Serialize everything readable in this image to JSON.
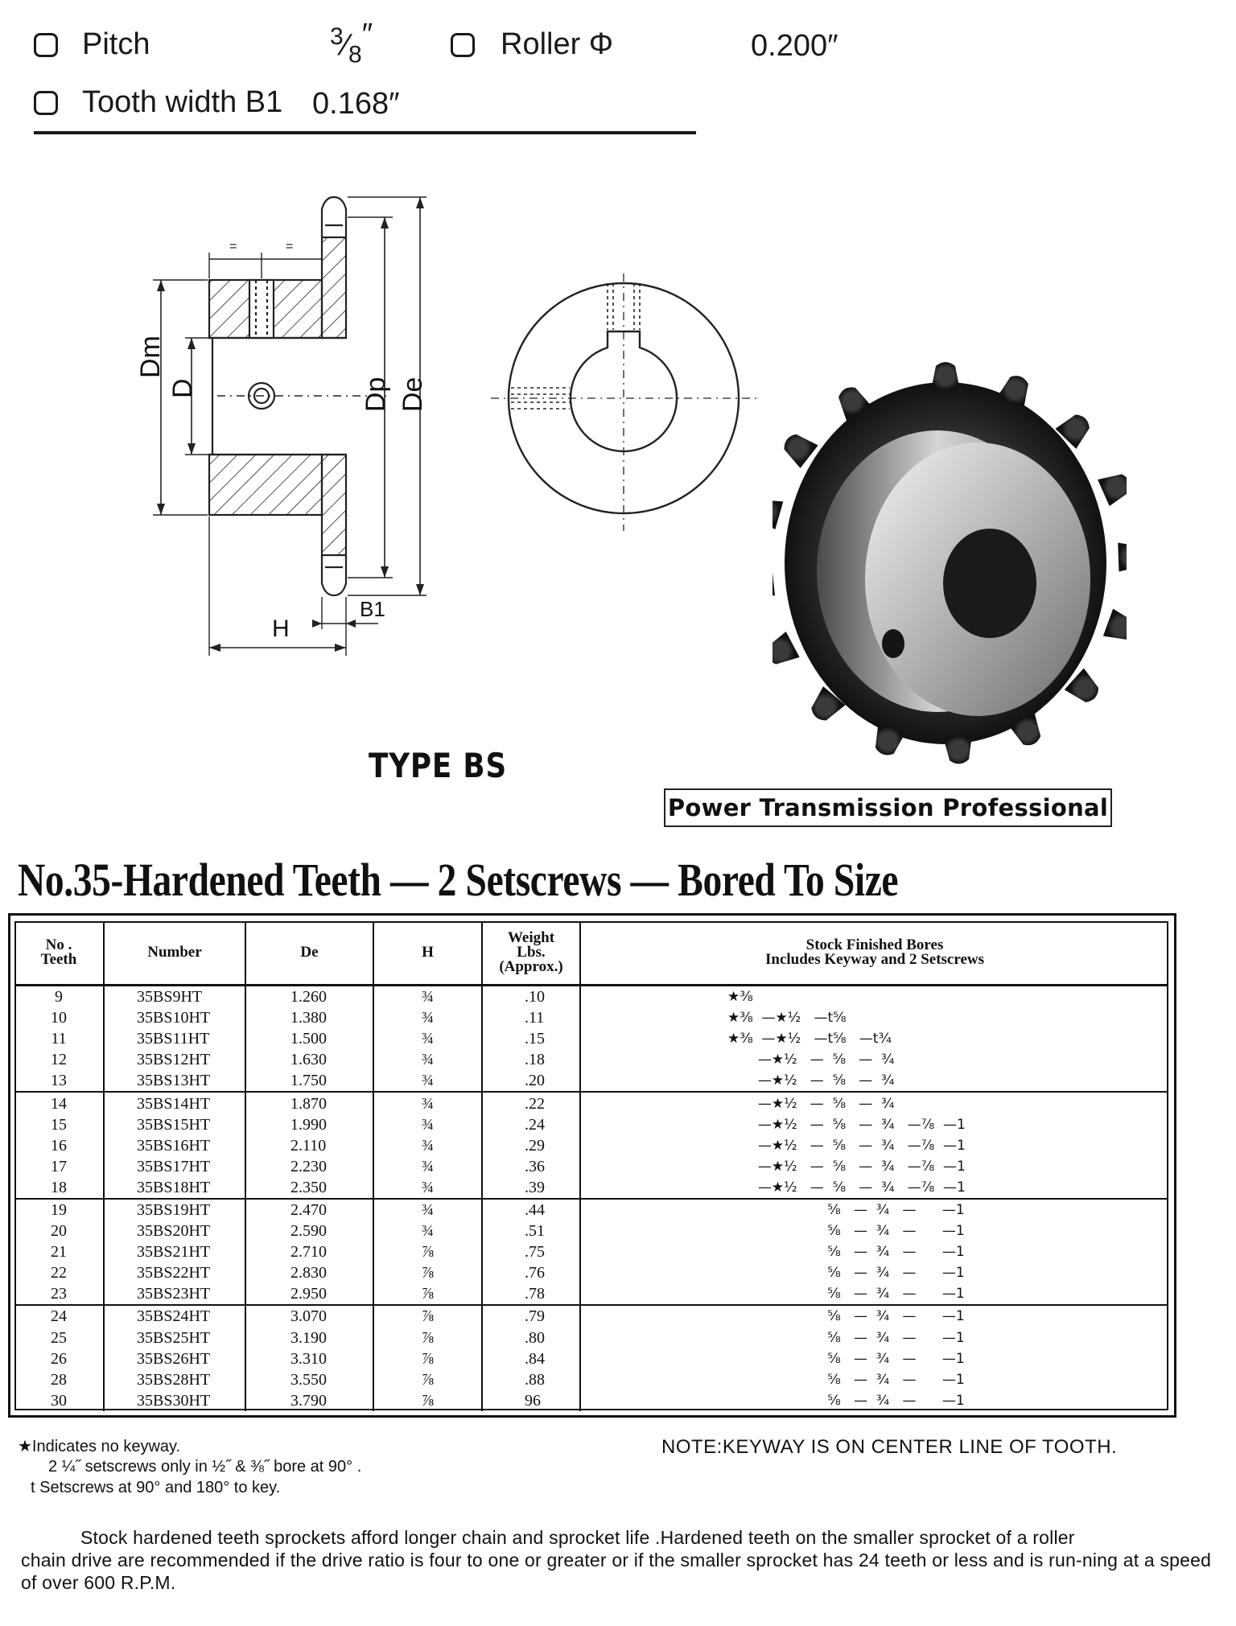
{
  "specs": {
    "pitch_label": "Pitch",
    "pitch_num": "3",
    "pitch_den": "8",
    "pitch_unit": "″",
    "roller_label": "Roller Φ",
    "roller_value": "0.200″",
    "tooth_label": "Tooth width B1",
    "tooth_value": "0.168″"
  },
  "drawing": {
    "label_dm": "Dm",
    "label_d": "D",
    "label_dp": "Dp",
    "label_de": "De",
    "label_h": "H",
    "label_b1": "B1",
    "equal_mark_1": "=",
    "equal_mark_2": "=",
    "type_label": "TYPE BS",
    "badge": "Power Transmission Professional"
  },
  "table": {
    "title": "No.35-Hardened Teeth — 2 Setscrews — Bored To Size",
    "headers": {
      "teeth": [
        "No .",
        "Teeth"
      ],
      "number": "Number",
      "de": "De",
      "h": "H",
      "weight": [
        "Weight",
        "Lbs.",
        "(Approx.)"
      ],
      "bores": [
        "Stock Finished Bores",
        "Includes Keyway and 2 Setscrews"
      ]
    },
    "rows": [
      {
        "teeth": "9",
        "number": "35BS9HT",
        "de": "1.260",
        "h": "¾",
        "weight": ".10",
        "bores": "★⅜"
      },
      {
        "teeth": "10",
        "number": "35BS10HT",
        "de": "1.380",
        "h": "¾",
        "weight": ".11",
        "bores": "★⅜  —★½   —t⅝"
      },
      {
        "teeth": "11",
        "number": "35BS11HT",
        "de": "1.500",
        "h": "¾",
        "weight": ".15",
        "bores": "★⅜  —★½   —t⅝   —t¾"
      },
      {
        "teeth": "12",
        "number": "35BS12HT",
        "de": "1.630",
        "h": "¾",
        "weight": ".18",
        "bores": "       —★½   —  ⅝   —  ¾"
      },
      {
        "teeth": "13",
        "number": "35BS13HT",
        "de": "1.750",
        "h": "¾",
        "weight": ".20",
        "bores": "       —★½   —  ⅝   —  ¾"
      },
      {
        "teeth": "14",
        "number": "35BS14HT",
        "de": "1.870",
        "h": "¾",
        "weight": ".22",
        "bores": "       —★½   —  ⅝   —  ¾"
      },
      {
        "teeth": "15",
        "number": "35BS15HT",
        "de": "1.990",
        "h": "¾",
        "weight": ".24",
        "bores": "       —★½   —  ⅝   —  ¾   —⅞  —1"
      },
      {
        "teeth": "16",
        "number": "35BS16HT",
        "de": "2.110",
        "h": "¾",
        "weight": ".29",
        "bores": "       —★½   —  ⅝   —  ¾   —⅞  —1"
      },
      {
        "teeth": "17",
        "number": "35BS17HT",
        "de": "2.230",
        "h": "¾",
        "weight": ".36",
        "bores": "       —★½   —  ⅝   —  ¾   —⅞  —1"
      },
      {
        "teeth": "18",
        "number": "35BS18HT",
        "de": "2.350",
        "h": "¾",
        "weight": ".39",
        "bores": "       —★½   —  ⅝   —  ¾   —⅞  —1"
      },
      {
        "teeth": "19",
        "number": "35BS19HT",
        "de": "2.470",
        "h": "¾",
        "weight": ".44",
        "bores": "                       ⅝   —  ¾   —      —1"
      },
      {
        "teeth": "20",
        "number": "35BS20HT",
        "de": "2.590",
        "h": "¾",
        "weight": ".51",
        "bores": "                       ⅝   —  ¾   —      —1"
      },
      {
        "teeth": "21",
        "number": "35BS21HT",
        "de": "2.710",
        "h": "⅞",
        "weight": ".75",
        "bores": "                       ⅝   —  ¾   —      —1"
      },
      {
        "teeth": "22",
        "number": "35BS22HT",
        "de": "2.830",
        "h": "⅞",
        "weight": ".76",
        "bores": "                       ⅝   —  ¾   —      —1"
      },
      {
        "teeth": "23",
        "number": "35BS23HT",
        "de": "2.950",
        "h": "⅞",
        "weight": ".78",
        "bores": "                       ⅝   —  ¾   —      —1"
      },
      {
        "teeth": "24",
        "number": "35BS24HT",
        "de": "3.070",
        "h": "⅞",
        "weight": ".79",
        "bores": "                       ⅝   —  ¾   —      —1"
      },
      {
        "teeth": "25",
        "number": "35BS25HT",
        "de": "3.190",
        "h": "⅞",
        "weight": ".80",
        "bores": "                       ⅝   —  ¾   —      —1"
      },
      {
        "teeth": "26",
        "number": "35BS26HT",
        "de": "3.310",
        "h": "⅞",
        "weight": ".84",
        "bores": "                       ⅝   —  ¾   —      —1"
      },
      {
        "teeth": "28",
        "number": "35BS28HT",
        "de": "3.550",
        "h": "⅞",
        "weight": ".88",
        "bores": "                       ⅝   —  ¾   —      —1"
      },
      {
        "teeth": "30",
        "number": "35BS30HT",
        "de": "3.790",
        "h": "⅞",
        "weight": "96",
        "bores": "                       ⅝   —  ¾   —      —1"
      }
    ]
  },
  "notes": {
    "star": "★Indicates no keyway.",
    "setscrews": "2 ¼˝ setscrews only in ½˝ & ⅜˝ bore at 90° .",
    "dagger": "t  Setscrews at 90°  and 180°  to key.",
    "keyway": "NOTE:KEYWAY IS ON CENTER LINE OF TOOTH.",
    "para_line1": "Stock hardened teeth sprockets afford longer chain and sprocket life .Hardened teeth on the smaller sprocket of a roller",
    "para_rest": "chain drive are recommended if the drive ratio is four to one or greater or if the smaller sprocket has 24 teeth or less and is run-ning at a speed of over 600 R.P.M."
  }
}
